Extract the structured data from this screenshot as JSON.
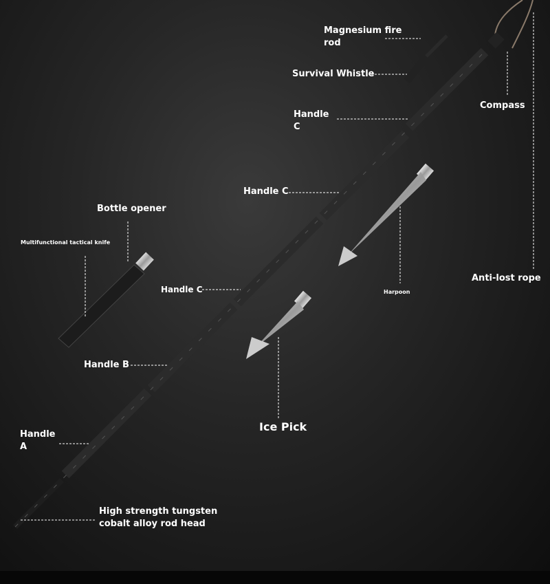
{
  "labels": {
    "magnesium": "Magnesium fire rod",
    "whistle": "Survival Whistle",
    "compass": "Compass",
    "handle_c_top": "Handle C",
    "handle_c_mid": "Handle C",
    "handle_c_low": "Handle C",
    "bottle_opener": "Bottle opener",
    "knife": "Multifunctional tactical knife",
    "harpoon": "Harpoon",
    "anti_lost_rope": "Anti-lost rope",
    "handle_b": "Handle B",
    "ice_pick": "Ice Pick",
    "handle_a": "Handle A",
    "rod_head": "High strength tungsten cobalt alloy rod head"
  }
}
